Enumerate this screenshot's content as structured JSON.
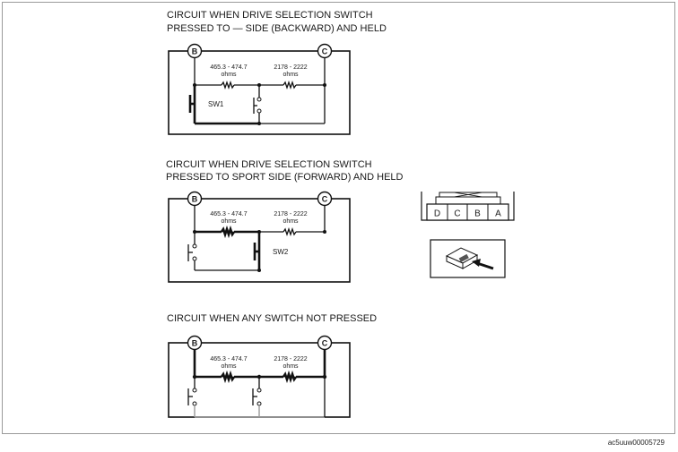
{
  "circuits": [
    {
      "title_line1": "CIRCUIT WHEN DRIVE SELECTION SWITCH",
      "title_line2": "PRESSED TO — SIDE (BACKWARD) AND HELD",
      "node_left": "B",
      "node_right": "C",
      "r1_value": "465.3 - 474.7",
      "r1_unit": "ohms",
      "r2_value": "2178 - 2222",
      "r2_unit": "ohms",
      "switch_label": "SW1"
    },
    {
      "title_line1": "CIRCUIT WHEN DRIVE SELECTION SWITCH",
      "title_line2": "PRESSED TO SPORT SIDE (FORWARD) AND HELD",
      "node_left": "B",
      "node_right": "C",
      "r1_value": "465.3 - 474.7",
      "r1_unit": "ohms",
      "r2_value": "2178 - 2222",
      "r2_unit": "ohms",
      "switch_label": "SW2"
    },
    {
      "title_line1": "CIRCUIT WHEN ANY SWITCH NOT PRESSED",
      "node_left": "B",
      "node_right": "C",
      "r1_value": "465.3 - 474.7",
      "r1_unit": "ohms",
      "r2_value": "2178 - 2222",
      "r2_unit": "ohms"
    }
  ],
  "connector": {
    "pins": [
      "D",
      "C",
      "B",
      "A"
    ]
  },
  "figure_code": "ac5uuw00005729"
}
